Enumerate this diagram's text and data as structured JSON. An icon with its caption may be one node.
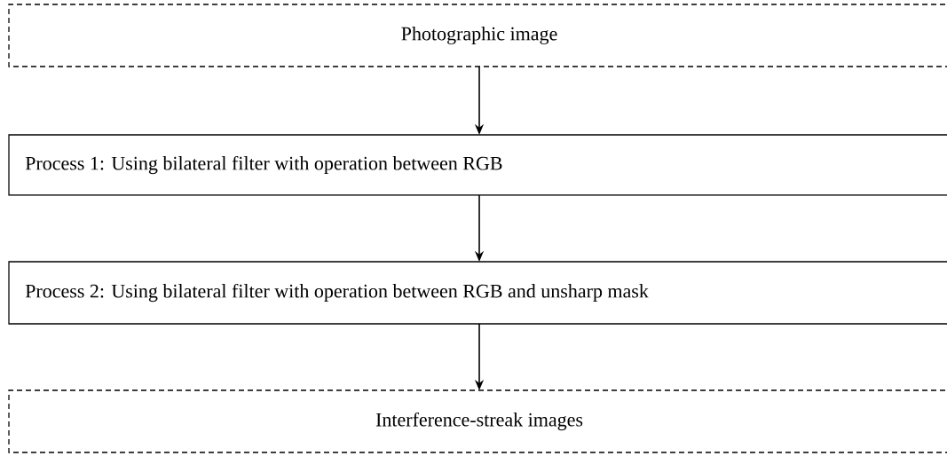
{
  "diagram": {
    "nodes": [
      {
        "text": [
          "Photographic image"
        ]
      },
      {
        "text": [
          "Process 1: Using bilateral filter with operation between RGB"
        ]
      },
      {
        "text": [
          "Process 2: Using bilateral filter with operation between RGB and unsharp mask"
        ]
      },
      {
        "text": [
          "Interference-streak images"
        ]
      }
    ],
    "edges": [
      {
        "from": 0,
        "to": 1,
        "arrow": "to"
      },
      {
        "from": 1,
        "to": 2,
        "arrow": "to"
      },
      {
        "from": 2,
        "to": 3,
        "arrow": "to"
      }
    ]
  }
}
